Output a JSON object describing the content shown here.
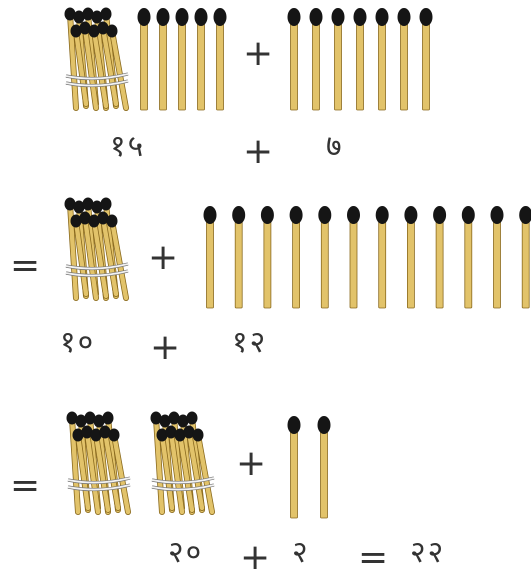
{
  "colors": {
    "stick": "#e2c36a",
    "stick_edge": "#8a6a1e",
    "match_head": "#151515",
    "band": "#f2f2f2",
    "text": "#333333"
  },
  "rows": [
    {
      "bundles": 1,
      "left_sticks": 5,
      "right_sticks": 7,
      "numbers": {
        "left": "१५",
        "plus": "+",
        "right": "७"
      }
    },
    {
      "equals": "=",
      "bundles": 1,
      "right_sticks": 12,
      "numbers": {
        "left": "१०",
        "plus": "+",
        "right": "१२"
      }
    },
    {
      "equals": "=",
      "bundles": 2,
      "right_sticks": 2,
      "numbers": {
        "left": "२०",
        "plus": "+",
        "right": "२",
        "equals": "=",
        "result": "२२"
      }
    }
  ],
  "symbols": {
    "plus": "+",
    "equals": "="
  }
}
